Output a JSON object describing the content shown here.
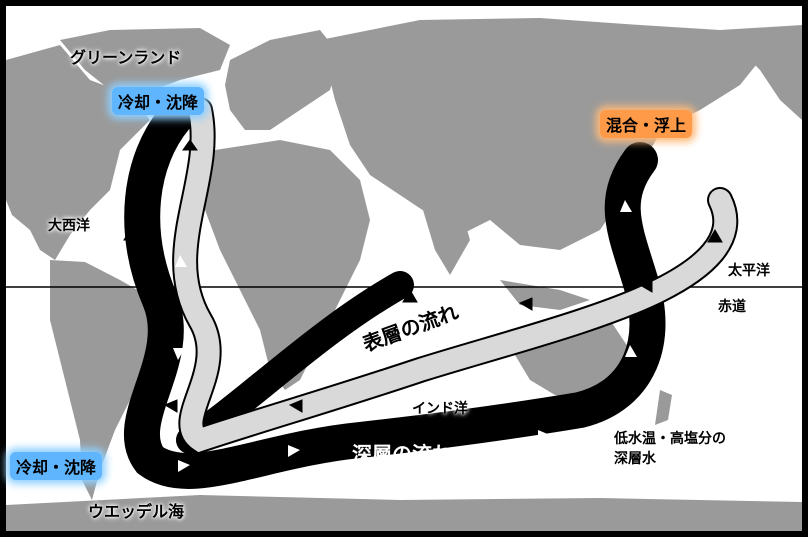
{
  "labels": {
    "greenland": "グリーンランド",
    "cool_sink_north": "冷却・沈降",
    "cool_sink_south": "冷却・沈降",
    "mix_upwell": "混合・浮上",
    "atlantic": "大西洋",
    "pacific": "太平洋",
    "equator": "赤道",
    "surface_flow": "表層の流れ",
    "deep_flow": "深層の流れ",
    "indian_ocean": "インド洋",
    "deep_water_line1": "低水温・高塩分の",
    "deep_water_line2": "深層水",
    "weddell": "ウエッデル海"
  },
  "colors": {
    "ocean": "#ffffff",
    "land": "#9a9a9a",
    "frame": "#000000",
    "deep_band": "#000000",
    "surface_band": "#ffffff",
    "cool_highlight": "#5fb6ff",
    "mix_highlight": "#ff9a48"
  }
}
